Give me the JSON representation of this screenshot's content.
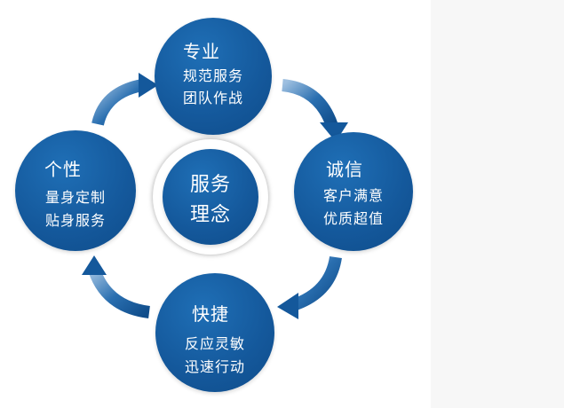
{
  "nodes": {
    "top": {
      "title": "专业",
      "line1": "规范服务",
      "line2": "团队作战"
    },
    "right": {
      "title": "诚信",
      "line1": "客户满意",
      "line2": "优质超值"
    },
    "bottom": {
      "title": "快捷",
      "line1": "反应灵敏",
      "line2": "迅速行动"
    },
    "left": {
      "title": "个性",
      "line1": "量身定制",
      "line2": "贴身服务"
    },
    "center": {
      "line1": "服务",
      "line2": "理念"
    }
  },
  "colors": {
    "node": "#14589b",
    "arrow": "#1a5fa3",
    "text": "#ffffff"
  }
}
